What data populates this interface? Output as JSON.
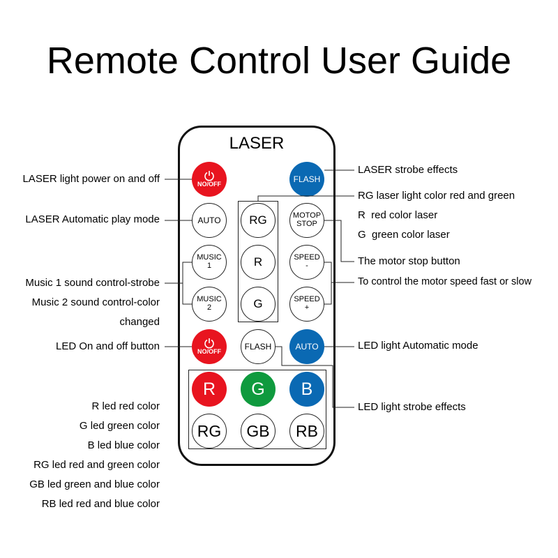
{
  "title": "Remote Control User Guide",
  "remote": {
    "label": "LASER",
    "buttons": {
      "laser_power_label": "NO/OFF",
      "flash_top": "FLASH",
      "auto_top": "AUTO",
      "rg_top": "RG",
      "motor_stop_line1": "MOTOP",
      "motor_stop_line2": "STOP",
      "music1_line1": "MUSIC",
      "music1_line2": "1",
      "r_top": "R",
      "speed_minus_line1": "SPEED",
      "speed_minus_line2": "-",
      "music2_line1": "MUSIC",
      "music2_line2": "2",
      "g_top": "G",
      "speed_plus_line1": "SPEED",
      "speed_plus_line2": "+",
      "led_power_label": "NO/OFF",
      "flash_mid": "FLASH",
      "auto_mid": "AUTO",
      "r_led": "R",
      "g_led": "G",
      "b_led": "B",
      "rg_led": "RG",
      "gb_led": "GB",
      "rb_led": "RB"
    }
  },
  "labels_left": {
    "laser_power": "LASER light power on and off",
    "auto_mode": "LASER Automatic play mode",
    "music1": "Music 1 sound control-strobe",
    "music2_line1": "Music 2 sound control-color",
    "music2_line2": "changed",
    "led_power": "LED On and off button",
    "r_led": "R led red color",
    "g_led": "G led green color",
    "b_led": "B led blue color",
    "rg_led": "RG led red and green color",
    "gb_led": "GB led green and blue color",
    "rb_led": "RB led red and blue color"
  },
  "labels_right": {
    "strobe": "LASER strobe effects",
    "rg_laser": "RG laser light color red and green",
    "r_laser": "R  red color laser",
    "g_laser": "G  green color laser",
    "motor_stop": "The motor stop button",
    "speed": "To control the motor speed fast or slow",
    "led_auto": "LED light Automatic mode",
    "led_strobe": "LED light strobe effects"
  },
  "colors": {
    "red": "#e8141f",
    "blue": "#0a69b3",
    "green": "#0f9a3e",
    "outline": "#222222"
  },
  "icons": {
    "power": "power-icon"
  }
}
